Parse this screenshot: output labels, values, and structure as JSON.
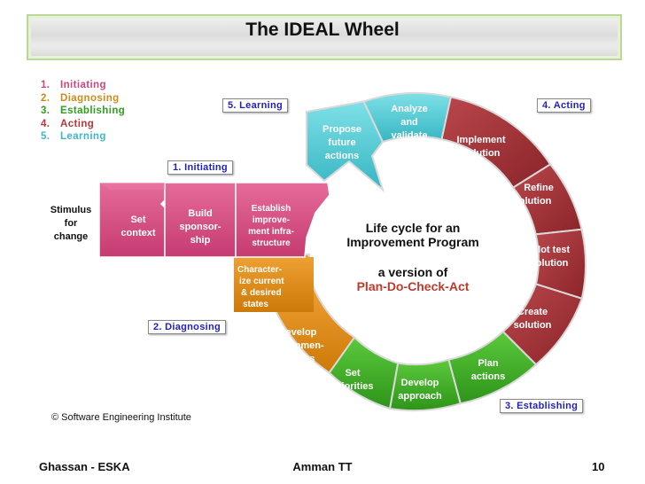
{
  "title": "The IDEAL Wheel",
  "legend": [
    {
      "num": "1.",
      "label": "Initiating",
      "color": "#d0457b"
    },
    {
      "num": "2.",
      "label": "Diagnosing",
      "color": "#d08a1c"
    },
    {
      "num": "3.",
      "label": "Establishing",
      "color": "#2f9e1f"
    },
    {
      "num": "4.",
      "label": "Acting",
      "color": "#b7363b"
    },
    {
      "num": "5.",
      "label": "Learning",
      "color": "#3fb6c4"
    }
  ],
  "phase_labels": {
    "learning": "5. Learning",
    "acting": "4. Acting",
    "initiating": "1. Initiating",
    "diagnosing": "2. Diagnosing",
    "establishing": "3. Establishing"
  },
  "initiating_steps": {
    "stimulus": [
      "Stimulus",
      "for",
      "change"
    ],
    "context": [
      "Set",
      "context"
    ],
    "sponsorship": [
      "Build",
      "sponsor-",
      "ship"
    ],
    "infrastructure": [
      "Establish",
      "improve-",
      "ment infra-",
      "structure"
    ]
  },
  "acting_steps": {
    "implement": [
      "Implement",
      "solution"
    ],
    "refine": [
      "Refine",
      "solution"
    ],
    "pilot": [
      "Pilot test",
      "solution"
    ],
    "create": [
      "Create",
      "solution"
    ]
  },
  "establishing_steps": {
    "plan": [
      "Plan",
      "actions"
    ],
    "approach": [
      "Develop",
      "approach"
    ],
    "priorities": [
      "Set",
      "priorities"
    ]
  },
  "diagnosing_steps": {
    "recommendations": [
      "Develop",
      "recommen-",
      "dations"
    ],
    "characterize": [
      "Character-",
      "ize current",
      "& desired",
      "states"
    ]
  },
  "learning_steps": {
    "propose": [
      "Propose",
      "future",
      "actions"
    ],
    "analyze": [
      "Analyze",
      "and",
      "validate"
    ]
  },
  "center": {
    "line1": "Life cycle for an",
    "line2": "Improvement Program",
    "line3": "a version of",
    "line4": "Plan-Do-Check-Act"
  },
  "copyright": "© Software Engineering Institute",
  "footer": {
    "left": "Ghassan - ESKA",
    "center": "Amman TT",
    "right": "10"
  },
  "colors": {
    "initiating": "#d8497f",
    "diagnosing": "#d9860f",
    "establishing": "#3fae2a",
    "acting": "#a63338",
    "learning": "#4cc9d3",
    "phase_label_text": "#1f1fbd",
    "pdca_text": "#c0392b"
  }
}
